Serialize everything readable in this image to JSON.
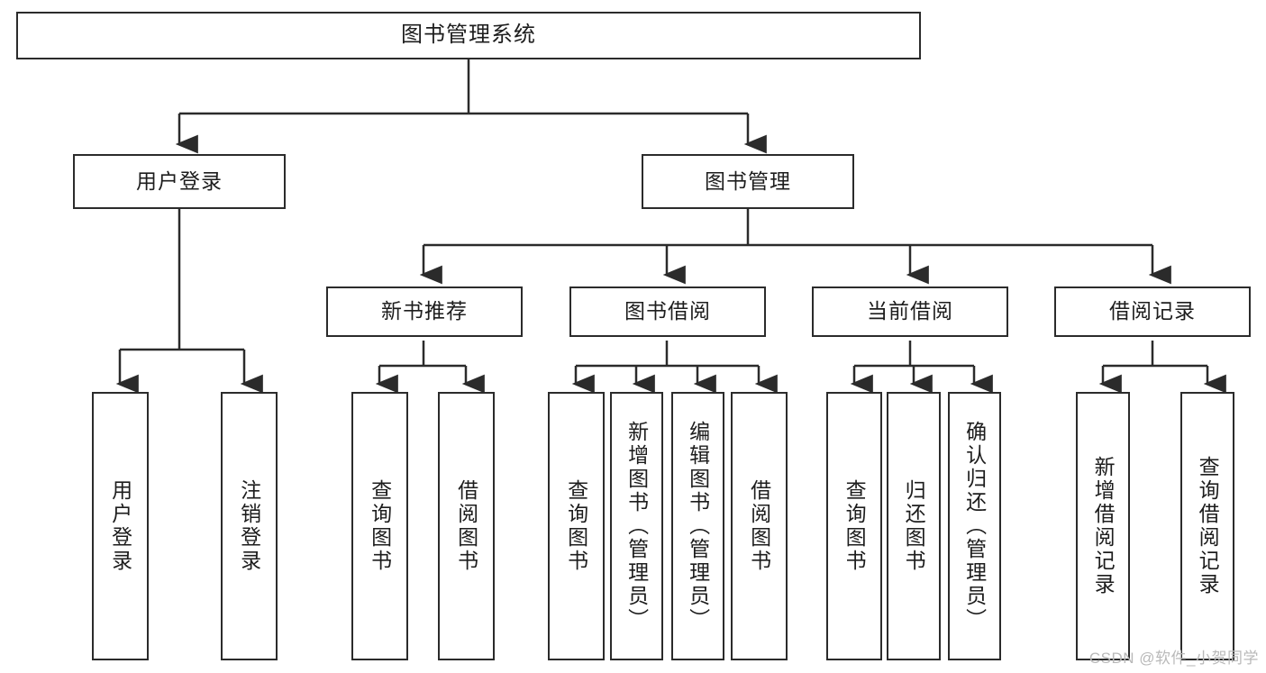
{
  "diagram": {
    "title": "图书管理系统",
    "type": "tree-hierarchy",
    "root": {
      "label": "图书管理系统"
    },
    "level2": [
      {
        "label": "用户登录"
      },
      {
        "label": "图书管理"
      }
    ],
    "level3": [
      {
        "label": "新书推荐"
      },
      {
        "label": "图书借阅"
      },
      {
        "label": "当前借阅"
      },
      {
        "label": "借阅记录"
      }
    ],
    "leaves": [
      {
        "label": "用户登录",
        "parent": "用户登录"
      },
      {
        "label": "注销登录",
        "parent": "用户登录"
      },
      {
        "label": "查询图书",
        "parent": "新书推荐"
      },
      {
        "label": "借阅图书",
        "parent": "新书推荐"
      },
      {
        "label": "查询图书",
        "parent": "图书借阅"
      },
      {
        "label": "新增图书（管理员）",
        "parent": "图书借阅"
      },
      {
        "label": "编辑图书（管理员）",
        "parent": "图书借阅"
      },
      {
        "label": "借阅图书",
        "parent": "图书借阅"
      },
      {
        "label": "查询图书",
        "parent": "当前借阅"
      },
      {
        "label": "归还图书",
        "parent": "当前借阅"
      },
      {
        "label": "确认归还（管理员）",
        "parent": "当前借阅"
      },
      {
        "label": "新增借阅记录",
        "parent": "借阅记录"
      },
      {
        "label": "查询借阅记录",
        "parent": "借阅记录"
      }
    ]
  },
  "watermark": {
    "text": "CSDN @软件_小贺同学"
  },
  "colors": {
    "stroke": "#2b2b2b",
    "background": "#ffffff",
    "text": "#1d1d1d",
    "watermark": "#b9b9b9"
  }
}
